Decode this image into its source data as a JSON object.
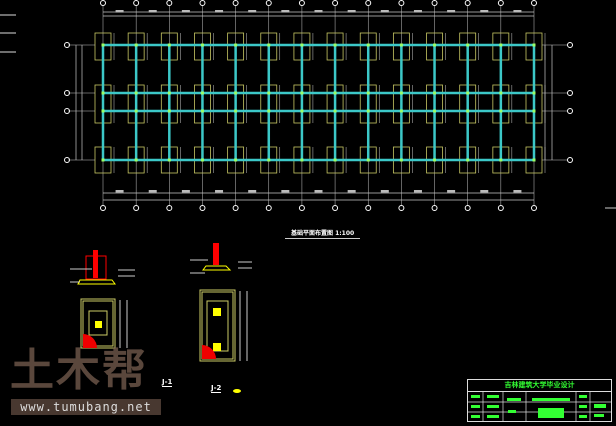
{
  "drawing": {
    "plan_title": "基础平面布置图 1:100",
    "details": [
      {
        "label": "J-1"
      },
      {
        "label": "J-2"
      }
    ],
    "grid": {
      "columns": 14,
      "rows": 4
    }
  },
  "title_block": {
    "title": "吉林建筑大学毕业设计"
  },
  "watermark": {
    "brand": "土木帮",
    "url": "www.tumubang.net"
  },
  "colors": {
    "beam": "#3cc8c8",
    "footing": "#c8c864",
    "column": "#ffff00",
    "rebar": "#ff0000",
    "dim": "#c8c8c8",
    "text": "#33ff33"
  }
}
